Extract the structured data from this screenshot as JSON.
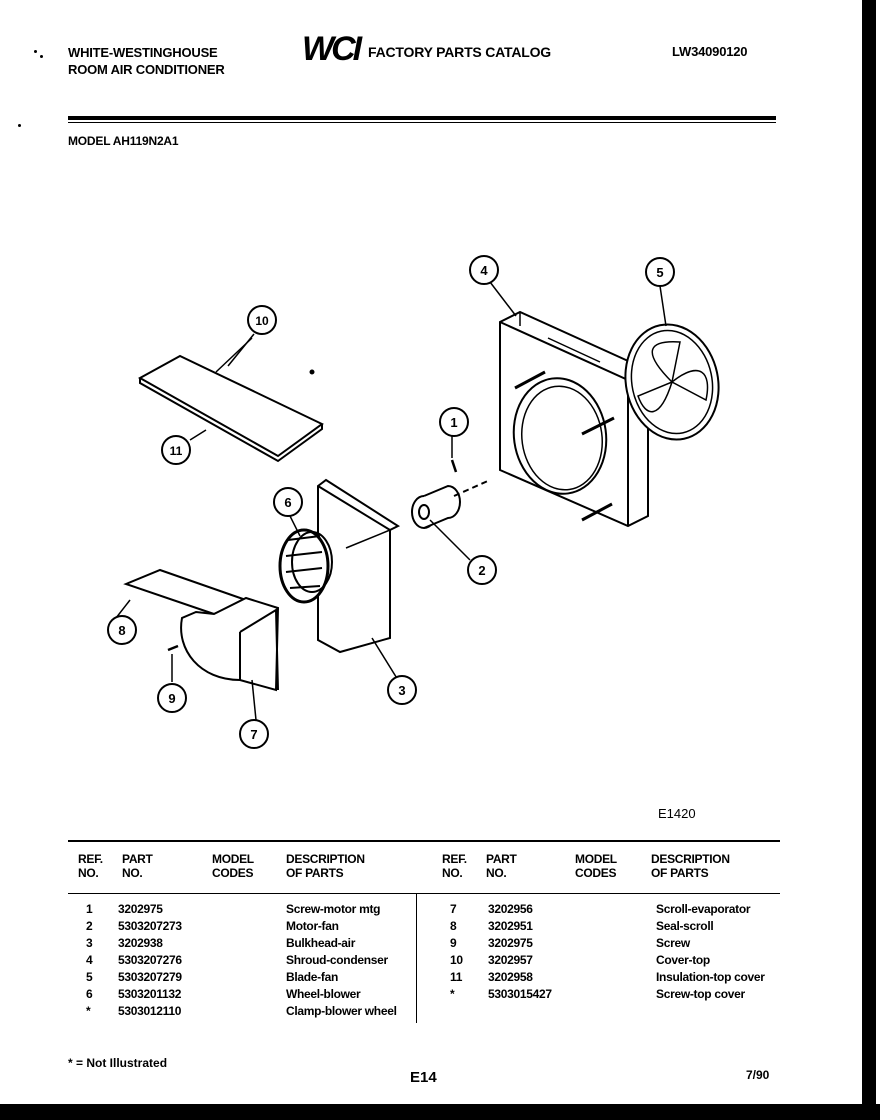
{
  "header": {
    "brand_line1": "WHITE-WESTINGHOUSE",
    "brand_line2": "ROOM AIR CONDITIONER",
    "logo_text": "WCI",
    "catalog_title": "FACTORY PARTS CATALOG",
    "catalog_number": "LW34090120",
    "model_line": "MODEL AH119N2A1"
  },
  "diagram": {
    "code": "E1420",
    "callouts": [
      "1",
      "2",
      "3",
      "4",
      "5",
      "6",
      "7",
      "8",
      "9",
      "10",
      "11"
    ]
  },
  "table": {
    "headers": {
      "ref": [
        "REF.",
        "NO."
      ],
      "part": [
        "PART",
        "NO."
      ],
      "model": [
        "MODEL",
        "CODES"
      ],
      "desc": [
        "DESCRIPTION",
        "OF PARTS"
      ]
    },
    "left_rows": [
      {
        "ref": "1",
        "part": "3202975",
        "desc": "Screw-motor mtg"
      },
      {
        "ref": "2",
        "part": "5303207273",
        "desc": "Motor-fan"
      },
      {
        "ref": "3",
        "part": "3202938",
        "desc": "Bulkhead-air"
      },
      {
        "ref": "4",
        "part": "5303207276",
        "desc": "Shroud-condenser"
      },
      {
        "ref": "5",
        "part": "5303207279",
        "desc": "Blade-fan"
      },
      {
        "ref": "6",
        "part": "5303201132",
        "desc": "Wheel-blower"
      },
      {
        "ref": "*",
        "part": "5303012110",
        "desc": "Clamp-blower wheel"
      }
    ],
    "right_rows": [
      {
        "ref": "7",
        "part": "3202956",
        "desc": "Scroll-evaporator"
      },
      {
        "ref": "8",
        "part": "3202951",
        "desc": "Seal-scroll"
      },
      {
        "ref": "9",
        "part": "3202975",
        "desc": "Screw"
      },
      {
        "ref": "10",
        "part": "3202957",
        "desc": "Cover-top"
      },
      {
        "ref": "11",
        "part": "3202958",
        "desc": "Insulation-top cover"
      },
      {
        "ref": "*",
        "part": "5303015427",
        "desc": "Screw-top cover"
      }
    ]
  },
  "footer": {
    "note": "* = Not Illustrated",
    "page": "E14",
    "date": "7/90"
  }
}
